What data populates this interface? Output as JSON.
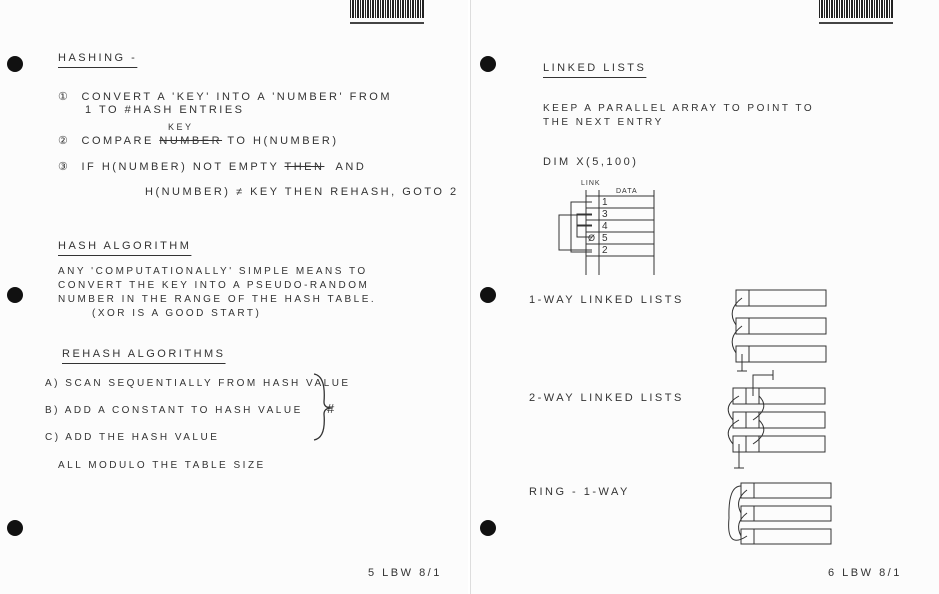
{
  "left_page": {
    "title": "Hashing -",
    "steps": [
      {
        "num": "①",
        "line1": "Convert a 'key' into a 'number' from",
        "line2": "1 to #hash entries"
      },
      {
        "num": "②",
        "text_before": "Compare",
        "struck": "number",
        "insert": "key",
        "text_after": "to H(number)"
      },
      {
        "num": "③",
        "line1": "If H(number) not empty",
        "struck": "then",
        "line1_end": "and",
        "line2": "H(number) ≠ key then Rehash, Goto 2"
      }
    ],
    "hash_algorithm": {
      "title": "Hash Algorithm",
      "lines": [
        "Any 'computationally' simple means to",
        "convert the key into a pseudo-random",
        "number in the range of the hash table.",
        "(XOR is a good start)"
      ]
    },
    "rehash": {
      "title": "Rehash Algorithms",
      "items": [
        "a) Scan sequentially from hash value",
        "b) Add a constant to hash value",
        "c) Add the hash value"
      ],
      "brace_mark": "#",
      "footer": "All modulo the table size"
    },
    "page_label": "5 LBW 8/1"
  },
  "right_page": {
    "title": "Linked Lists",
    "intro": [
      "Keep a parallel array to point to",
      "the next entry"
    ],
    "dim": "Dim X(5,100)",
    "table": {
      "link_label": "Link",
      "data_label": "Data",
      "rows": [
        "1",
        "3",
        "4",
        "5",
        "2"
      ],
      "null_mark": "Ø"
    },
    "one_way": "1-way linked lists",
    "two_way": "2-way linked lists",
    "ring": "Ring - 1-way",
    "page_label": "6 LBW 8/1"
  }
}
